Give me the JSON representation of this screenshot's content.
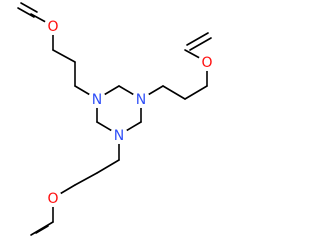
{
  "molecule": {
    "atoms": {
      "n_left": {
        "symbol": "N"
      },
      "n_right": {
        "symbol": "N"
      },
      "n_bottom": {
        "symbol": "N"
      },
      "o_left": {
        "symbol": "O"
      },
      "o_right": {
        "symbol": "O"
      },
      "o_bottom": {
        "symbol": "O"
      }
    },
    "colors": {
      "bond": "#000000",
      "nitrogen": "#3050F8",
      "oxygen": "#FF0D0D"
    }
  }
}
